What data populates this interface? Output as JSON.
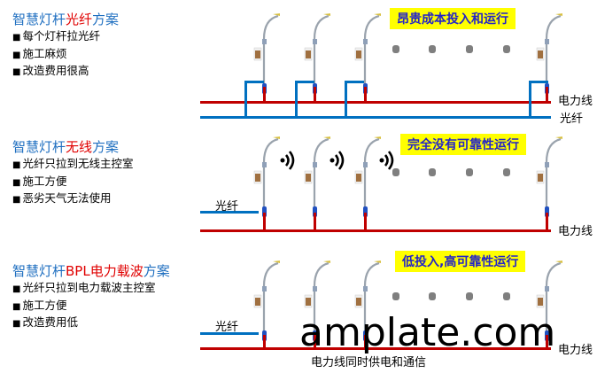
{
  "sections": [
    {
      "title_pre": "智慧灯杆",
      "title_hl": "光纤",
      "title_post": "方案",
      "bullets": [
        "每个灯杆拉光纤",
        "施工麻烦",
        "改造费用很高"
      ],
      "banner": "昂贵成本投入和运行",
      "labels": {
        "power": "电力线",
        "fiber": "光纤"
      }
    },
    {
      "title_pre": "智慧灯杆",
      "title_hl": "无线",
      "title_post": "方案",
      "bullets": [
        "光纤只拉到无线主控室",
        "施工方便",
        "恶劣天气无法使用"
      ],
      "banner": "完全没有可靠性运行",
      "labels": {
        "power": "电力线",
        "fiber": "光纤"
      }
    },
    {
      "title_pre": "智慧灯杆",
      "title_hl": "BPL电力载波",
      "title_post": "方案",
      "bullets": [
        "光纤只拉到电力载波主控室",
        "施工方便",
        "改造费用低"
      ],
      "banner": "低投入,高可靠性运行",
      "labels": {
        "power": "电力线",
        "fiber": "光纤",
        "caption": "电力线同时供电和通信"
      }
    }
  ],
  "watermark": "amplate.com",
  "colors": {
    "power": "#c00000",
    "fiber": "#0070c0",
    "banner": "#ffff00",
    "title": "#1f6fc0",
    "highlight": "#e00000"
  }
}
